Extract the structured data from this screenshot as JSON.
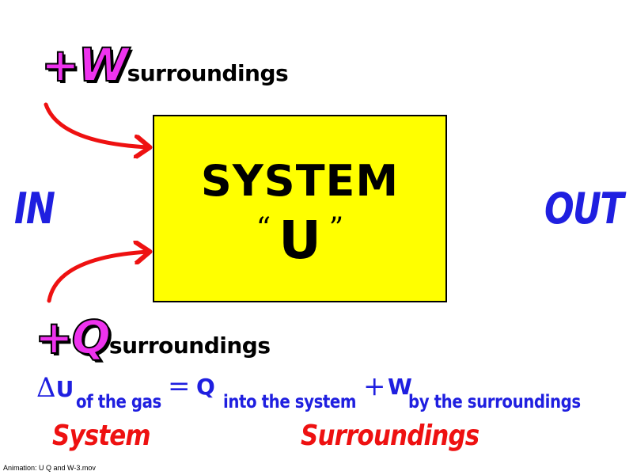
{
  "colors": {
    "pink": "#ee33ee",
    "blue": "#1f1fe0",
    "red": "#ee1111",
    "yellow": "#ffff00",
    "black": "#000000"
  },
  "work_term": {
    "symbol": "+W",
    "subscript": "surroundings"
  },
  "heat_term": {
    "symbol": "+Q",
    "subscript": "surroundings"
  },
  "sides": {
    "in": "IN",
    "out": "OUT"
  },
  "system_box": {
    "title": "SYSTEM",
    "open_quote": "“",
    "variable": "U",
    "close_quote": "”"
  },
  "equation": {
    "delta": "Δ",
    "lhs_var": "U",
    "lhs_sub": "of the gas",
    "equals": "=",
    "q_var": "Q",
    "q_sub": "into the system",
    "plus": "+",
    "w_var": "W",
    "w_sub": "by the surroundings"
  },
  "labels": {
    "system": "System",
    "surroundings": "Surroundings"
  },
  "caption": "Animation: U Q and W-3.mov"
}
